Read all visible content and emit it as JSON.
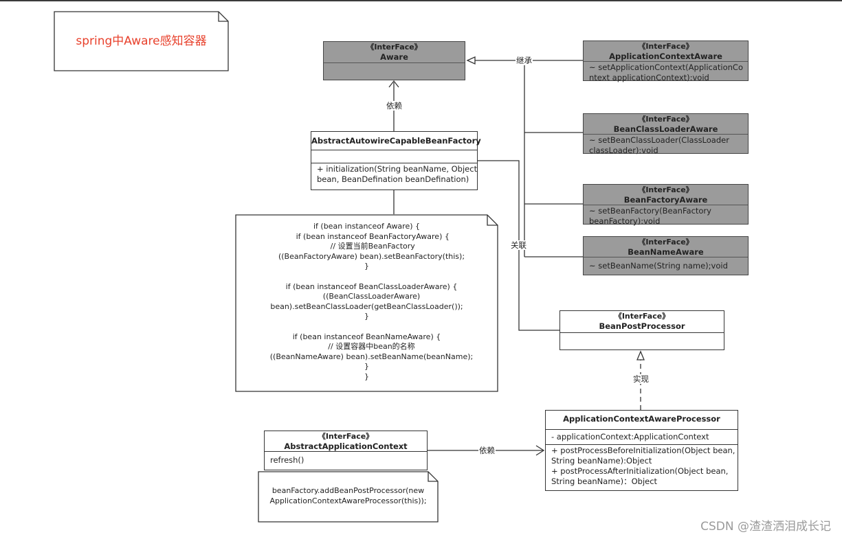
{
  "title_note": "spring中Aware感知容器",
  "classes": {
    "aware": {
      "stereotype": "《InterFace》",
      "name": "Aware"
    },
    "app_ctx_aware": {
      "stereotype": "《InterFace》",
      "name": "ApplicationContextAware",
      "method": "~ setApplicationContext(ApplicationCo\nntext applicationContext):void"
    },
    "bean_classloader_aware": {
      "stereotype": "《InterFace》",
      "name": "BeanClassLoaderAware",
      "method": "~ setBeanClassLoader(ClassLoader\nclassLoader):void"
    },
    "bean_factory_aware": {
      "stereotype": "《InterFace》",
      "name": "BeanFactoryAware",
      "method": "~ setBeanFactory(BeanFactory\nbeanFactory):void"
    },
    "bean_name_aware": {
      "stereotype": "《InterFace》",
      "name": "BeanNameAware",
      "method": "~ setBeanName(String name);void"
    },
    "abstract_factory": {
      "name": "AbstractAutowireCapableBeanFactory",
      "method": "+ initialization(String beanName, Object\nbean, BeanDefination beanDefination)"
    },
    "bean_post_processor": {
      "stereotype": "《InterFace》",
      "name": "BeanPostProcessor"
    },
    "processor": {
      "name": "ApplicationContextAwareProcessor",
      "field": "- applicationContext:ApplicationContext",
      "methods": "+ postProcessBeforeInitialization(Object bean,\nString beanName):Object\n+ postProcessAfterInitialization(Object bean,\nString beanName)：Object"
    },
    "abstract_app_ctx": {
      "stereotype": "《InterFace》",
      "name": "AbstractApplicationContext",
      "method": "refresh()"
    }
  },
  "notes": {
    "code": "if (bean instanceof Aware) {\n     if (bean instanceof BeanFactoryAware) {\n     // 设置当前BeanFactory\n    ((BeanFactoryAware) bean).setBeanFactory(this);\n}\n\n    if (bean instanceof BeanClassLoaderAware) {\n    ((BeanClassLoaderAware)\nbean).setBeanClassLoader(getBeanClassLoader());\n}\n\nif (bean instanceof BeanNameAware) {\n    // 设置容器中bean的名称\n    ((BeanNameAware) bean).setBeanName(beanName);\n}\n}",
    "refresh": "beanFactory.addBeanPostProcessor(new\nApplicationContextAwareProcessor(this));"
  },
  "labels": {
    "inherit": "继承",
    "depend1": "依赖",
    "assoc": "关联",
    "implement": "实现",
    "depend2": "依赖"
  },
  "watermark": "CSDN @渣渣洒泪成长记"
}
